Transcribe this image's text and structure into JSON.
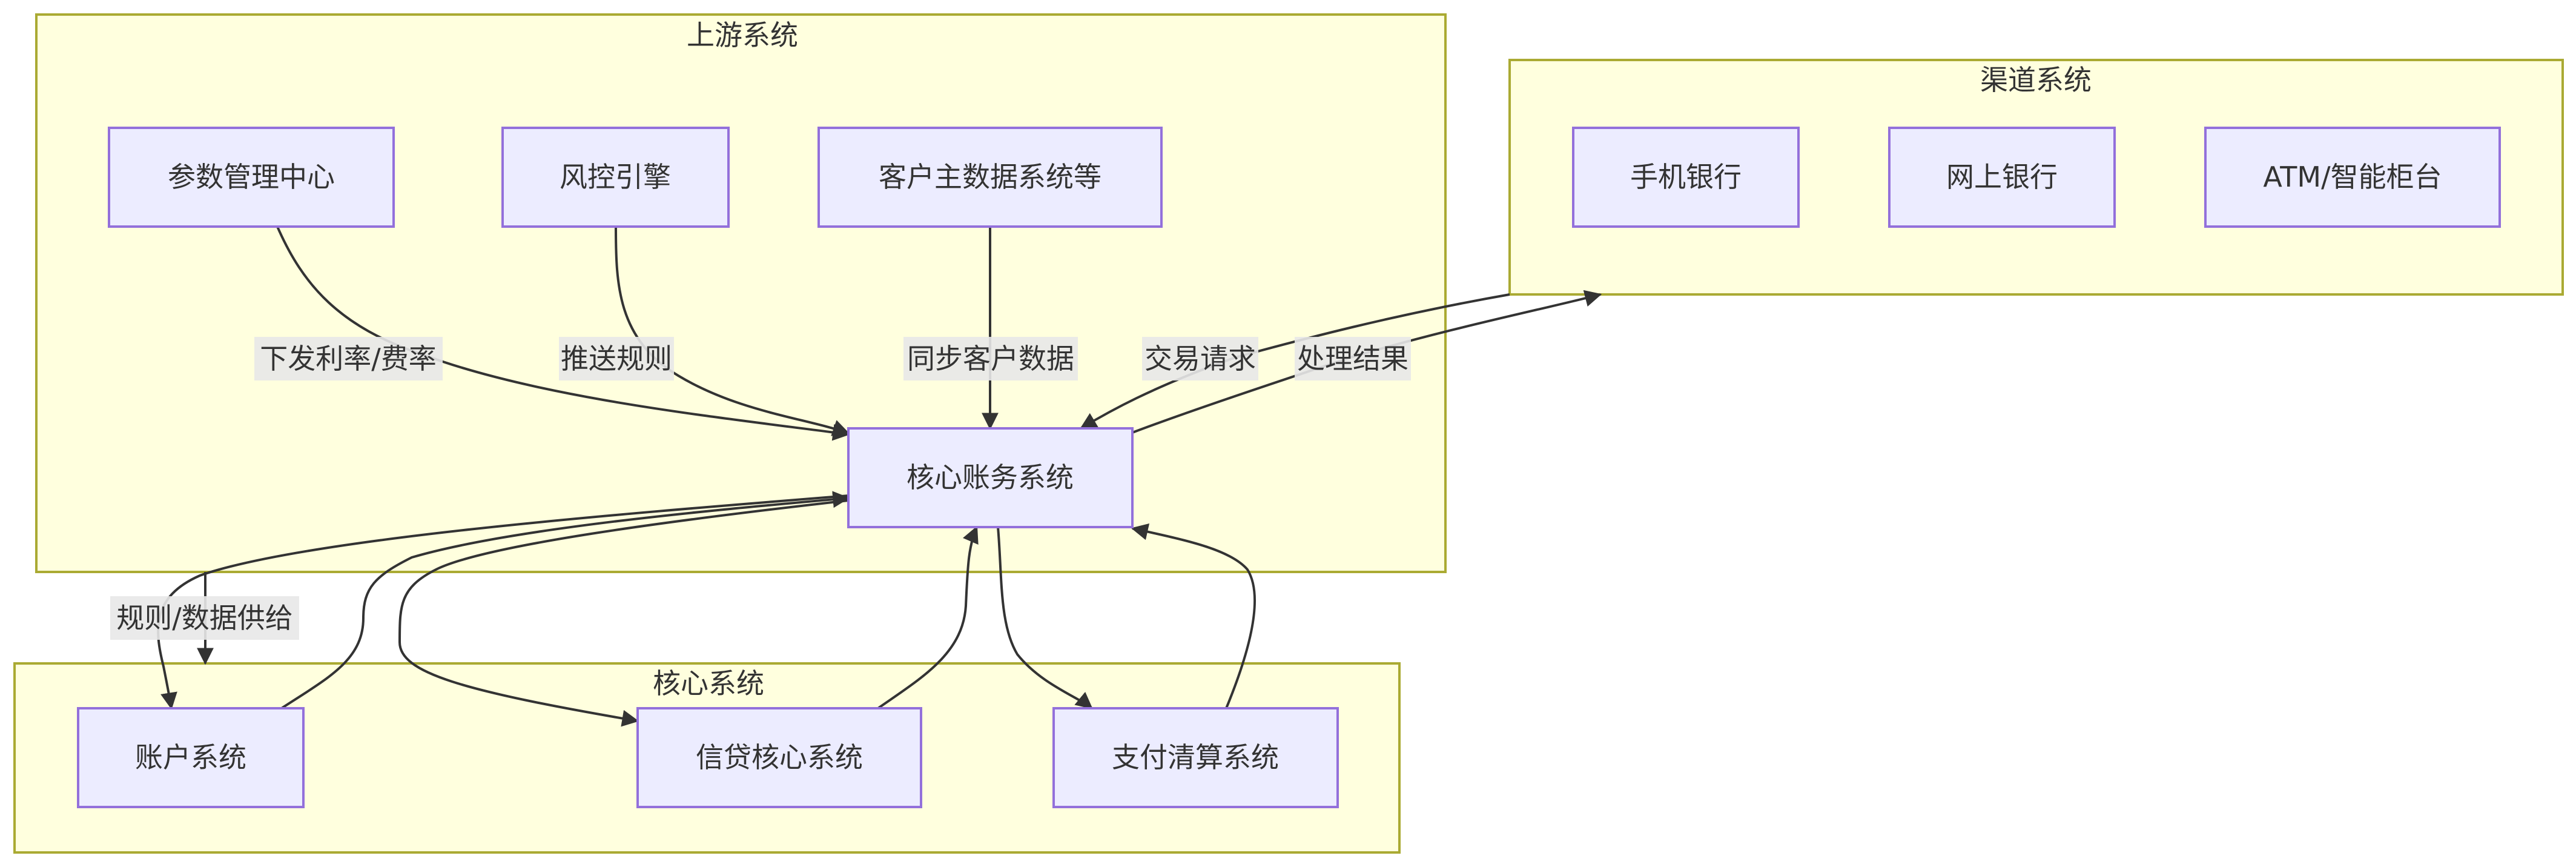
{
  "diagram": {
    "type": "flowchart",
    "clusters": {
      "upstream": {
        "title": "上游系统"
      },
      "channel": {
        "title": "渠道系统"
      },
      "core": {
        "title": "核心系统"
      }
    },
    "nodes": {
      "param_center": {
        "label": "参数管理中心",
        "cluster": "upstream"
      },
      "risk_engine": {
        "label": "风控引擎",
        "cluster": "upstream"
      },
      "customer_mdm": {
        "label": "客户主数据系统等",
        "cluster": "upstream"
      },
      "core_ledger": {
        "label": "核心账务系统",
        "cluster": "upstream"
      },
      "mobile_bank": {
        "label": "手机银行",
        "cluster": "channel"
      },
      "online_bank": {
        "label": "网上银行",
        "cluster": "channel"
      },
      "atm": {
        "label": "ATM/智能柜台",
        "cluster": "channel"
      },
      "account_sys": {
        "label": "账户系统",
        "cluster": "core"
      },
      "credit_core": {
        "label": "信贷核心系统",
        "cluster": "core"
      },
      "payment_clearing": {
        "label": "支付清算系统",
        "cluster": "core"
      }
    },
    "edge_labels": {
      "rates": "下发利率/费率",
      "rules": "推送规则",
      "sync_customer": "同步客户数据",
      "txn_request": "交易请求",
      "process_result": "处理结果",
      "rules_data_supply": "规则/数据供给"
    },
    "edges": [
      {
        "from": "param_center",
        "to": "core_ledger",
        "label": "下发利率/费率"
      },
      {
        "from": "risk_engine",
        "to": "core_ledger",
        "label": "推送规则"
      },
      {
        "from": "customer_mdm",
        "to": "core_ledger",
        "label": "同步客户数据"
      },
      {
        "from": "channel",
        "to": "core_ledger",
        "label": "交易请求"
      },
      {
        "from": "core_ledger",
        "to": "channel",
        "label": "处理结果"
      },
      {
        "from": "upstream",
        "to": "core",
        "label": "规则/数据供给"
      },
      {
        "from": "core_ledger",
        "to": "account_sys",
        "label": ""
      },
      {
        "from": "account_sys",
        "to": "core_ledger",
        "label": ""
      },
      {
        "from": "core_ledger",
        "to": "credit_core",
        "label": ""
      },
      {
        "from": "credit_core",
        "to": "core_ledger",
        "label": ""
      },
      {
        "from": "core_ledger",
        "to": "payment_clearing",
        "label": ""
      },
      {
        "from": "payment_clearing",
        "to": "core_ledger",
        "label": ""
      }
    ],
    "colors": {
      "cluster_fill": "#ffffde",
      "cluster_border": "#aaaa33",
      "node_fill": "#ececff",
      "node_border": "#9370db",
      "edge": "#333333",
      "label_bg": "#e8e8e8"
    }
  }
}
